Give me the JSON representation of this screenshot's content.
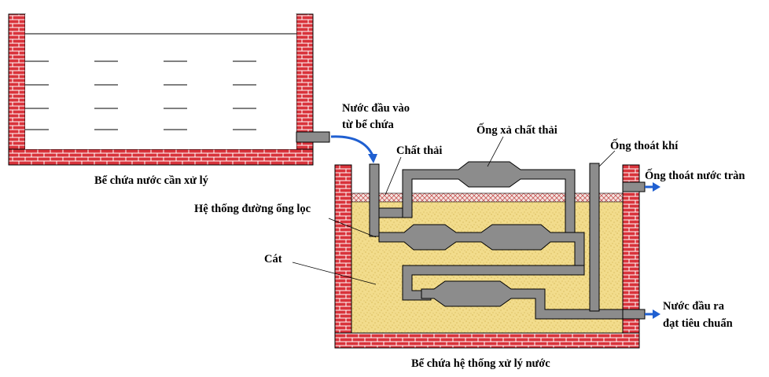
{
  "labels": {
    "raw_tank": "Bể chứa nước cần xử lý",
    "treatment_tank": "Bể chứa hệ thống xử lý nước",
    "inlet_line1": "Nước đầu vào",
    "inlet_line2": "từ bể chứa",
    "waste": "Chất thải",
    "waste_discharge_pipe": "Ống xả chất thải",
    "vent_pipe": "Ống thoát khí",
    "overflow_pipe": "Ống thoát nước tràn",
    "filter_pipe_system": "Hệ thống đường ống lọc",
    "sand": "Cát",
    "outlet_line1": "Nước đầu ra",
    "outlet_line2": "đạt tiêu chuẩn"
  },
  "colors": {
    "brick": "#d9333b",
    "sand": "#f2dc8c",
    "pipe": "#8c8c8c",
    "arrow": "#1f5fd1"
  }
}
